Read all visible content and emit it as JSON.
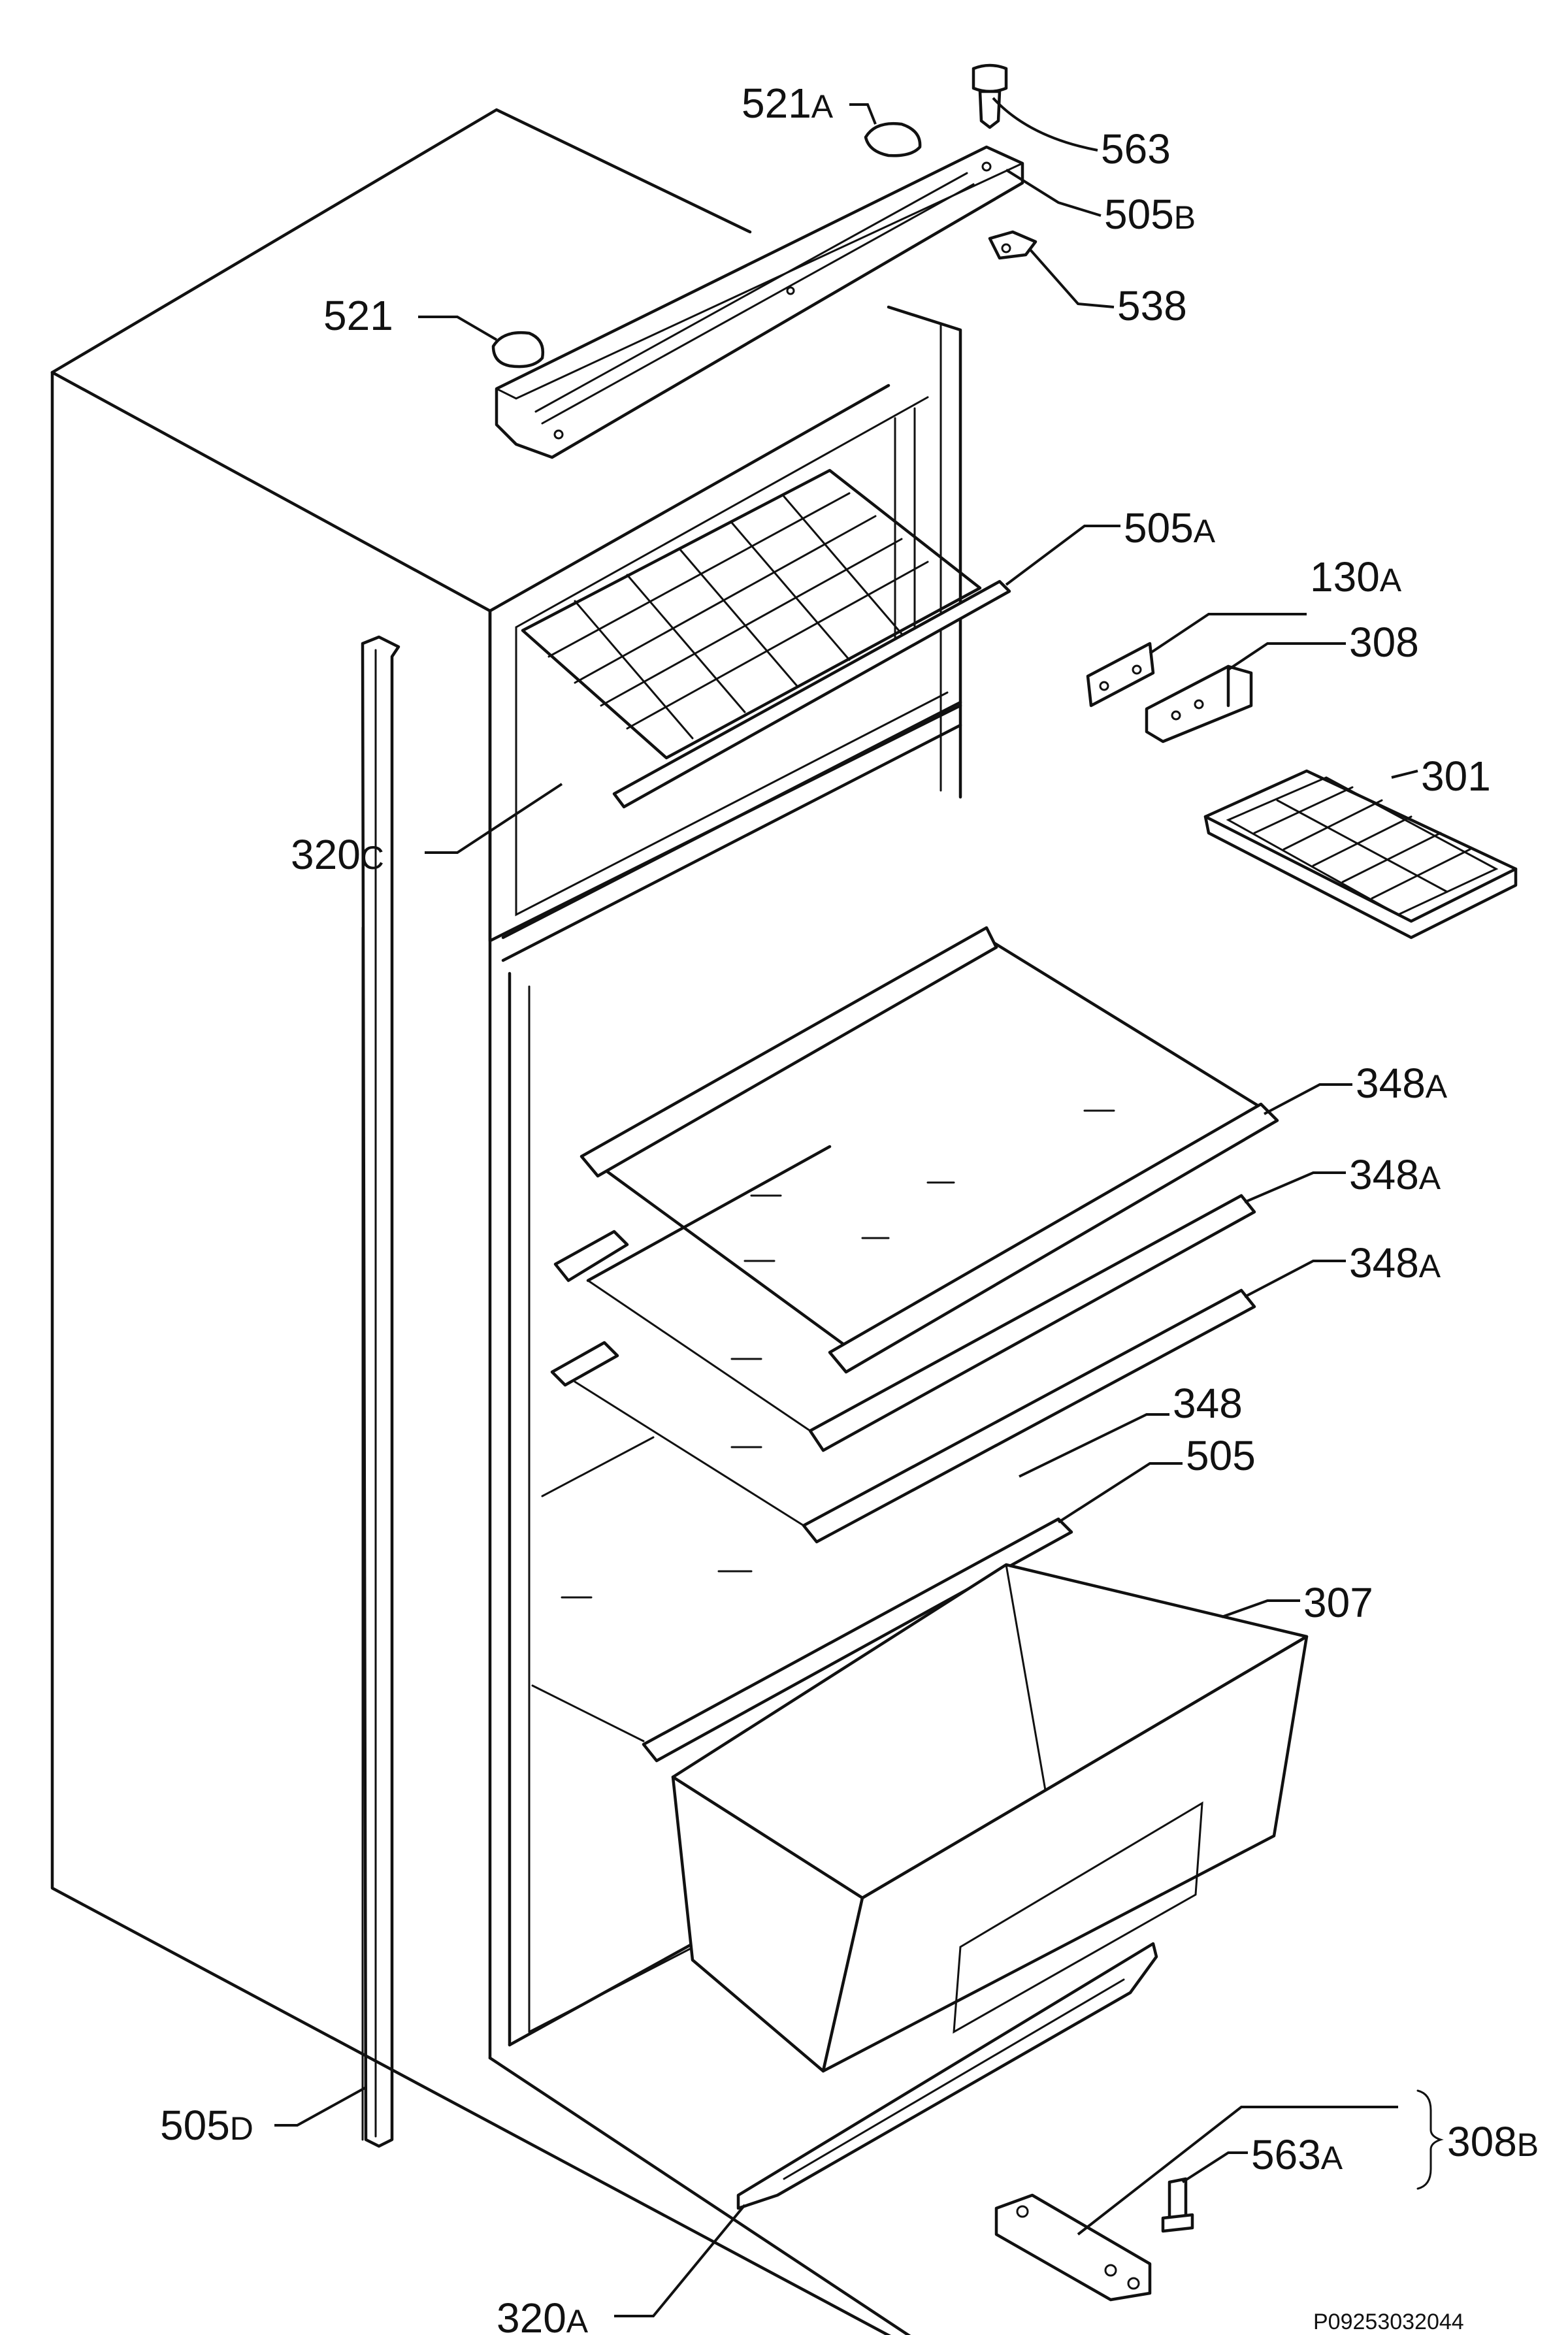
{
  "reference_code": "P09253032044",
  "labels": {
    "p521a": {
      "num": "521",
      "suffix": "A"
    },
    "p563": {
      "num": "563",
      "suffix": ""
    },
    "p505b": {
      "num": "505",
      "suffix": "B"
    },
    "p538": {
      "num": "538",
      "suffix": ""
    },
    "p521": {
      "num": "521",
      "suffix": ""
    },
    "p505a": {
      "num": "505",
      "suffix": "A"
    },
    "p130a": {
      "num": "130",
      "suffix": "A"
    },
    "p308": {
      "num": "308",
      "suffix": ""
    },
    "p301": {
      "num": "301",
      "suffix": ""
    },
    "p320c": {
      "num": "320",
      "suffix": "C"
    },
    "p348a_1": {
      "num": "348",
      "suffix": "A"
    },
    "p348a_2": {
      "num": "348",
      "suffix": "A"
    },
    "p348a_3": {
      "num": "348",
      "suffix": "A"
    },
    "p348": {
      "num": "348",
      "suffix": ""
    },
    "p505": {
      "num": "505",
      "suffix": ""
    },
    "p307": {
      "num": "307",
      "suffix": ""
    },
    "p505d": {
      "num": "505",
      "suffix": "D"
    },
    "p563a": {
      "num": "563",
      "suffix": "A"
    },
    "p308b": {
      "num": "308",
      "suffix": "B"
    },
    "p320a": {
      "num": "320",
      "suffix": "A"
    }
  }
}
